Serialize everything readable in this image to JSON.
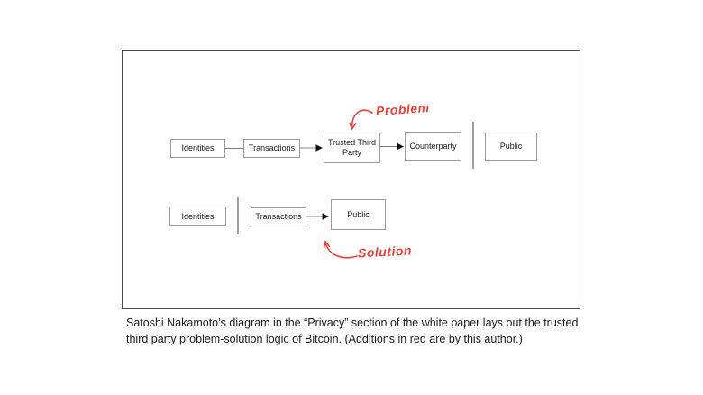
{
  "theme": {
    "annotation_red": "#e8423a",
    "box_border": "#9a9a9a",
    "frame_border": "#4a4a4a",
    "connector_gray": "#808080",
    "arrowhead_black": "#111111"
  },
  "diagram": {
    "rows": [
      {
        "boxes": [
          "Identities",
          "Transactions",
          "Trusted Third Party",
          "Counterparty",
          "Public"
        ]
      },
      {
        "boxes": [
          "Identities",
          "Transactions",
          "Public"
        ]
      }
    ],
    "annotations": {
      "problem": "Problem",
      "solution": "Solution"
    }
  },
  "caption": {
    "line1": "Satoshi Nakamoto’s diagram in the “Privacy” section of the white paper lays out the trusted",
    "line2": "third party problem-solution logic of Bitcoin. (Additions in red are by this author.)"
  }
}
